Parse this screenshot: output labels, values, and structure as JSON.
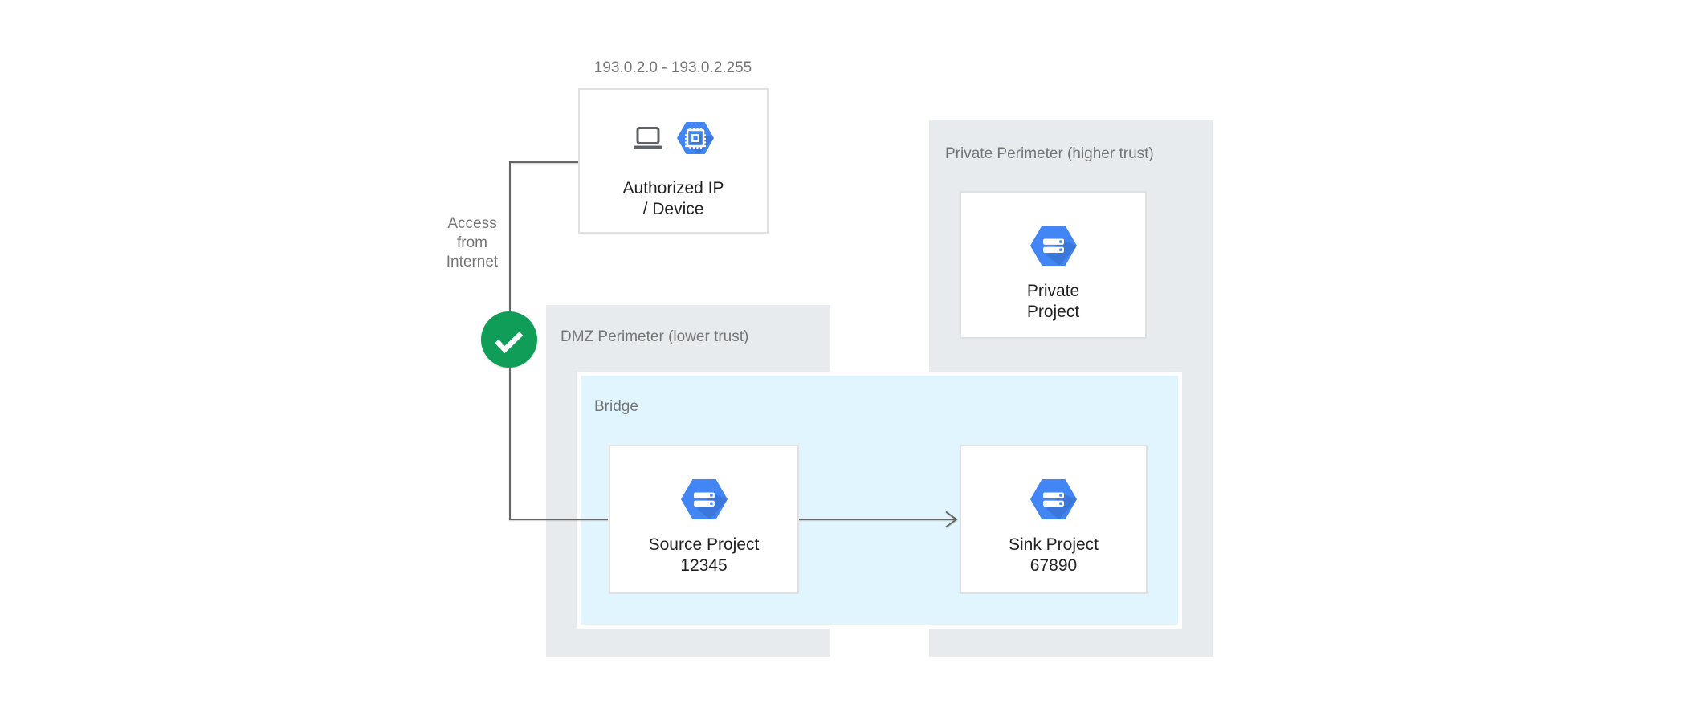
{
  "ip_range_label": "193.0.2.0 - 193.0.2.255",
  "access_label": {
    "lines": [
      "Access",
      "from",
      "Internet"
    ]
  },
  "authorized": {
    "line1": "Authorized IP",
    "line2": "/ Device"
  },
  "dmz": {
    "label": "DMZ Perimeter (lower trust)"
  },
  "bridge": {
    "label": "Bridge"
  },
  "private_perimeter": {
    "label": "Private Perimeter (higher trust)"
  },
  "source": {
    "line1": "Source Project",
    "line2": "12345"
  },
  "sink": {
    "line1": "Sink Project",
    "line2": "67890"
  },
  "private_project": {
    "line1": "Private",
    "line2": "Project"
  },
  "icons": {
    "laptop": "laptop-icon",
    "compute_engine": "compute-engine-hexagon-icon",
    "project": "project-hexagon-icon",
    "check": "check-circle-icon",
    "arrowhead": "arrow-right-icon"
  },
  "colors": {
    "perimeter_bg": "#E8EBEE",
    "bridge_bg": "#E1F5FE",
    "bridge_border": "#FFFFFF",
    "node_bg": "#FFFFFF",
    "node_border": "#E0E0E0",
    "hexagon_blue": "#4285F4",
    "check_green": "#0F9D58",
    "connector_gray": "#666666",
    "label_gray": "#757575",
    "text_dark": "#212121",
    "laptop_gray": "#5F6368"
  }
}
